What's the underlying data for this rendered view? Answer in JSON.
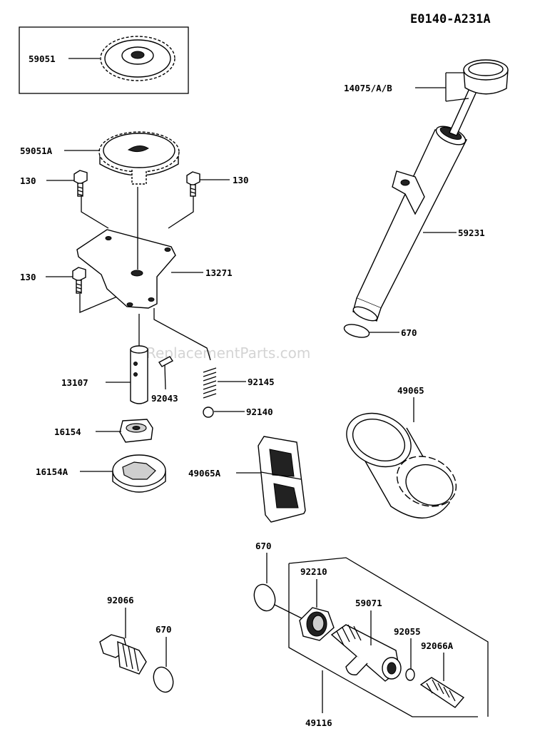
{
  "diagram_code": "E0140-A231A",
  "watermark": "ReplacementParts.com",
  "parts": {
    "p59051": "59051",
    "p59051A": "59051A",
    "p130_left_top": "130",
    "p130_right": "130",
    "p130_left_bottom": "130",
    "p13271": "13271",
    "p13107": "13107",
    "p92043": "92043",
    "p92145": "92145",
    "p92140": "92140",
    "p16154": "16154",
    "p16154A": "16154A",
    "p14075": "14075/A/B",
    "p59231": "59231",
    "p670_top": "670",
    "p49065": "49065",
    "p49065A": "49065A",
    "p670_mid": "670",
    "p92210": "92210",
    "p59071": "59071",
    "p92055": "92055",
    "p92066A": "92066A",
    "p49116": "49116",
    "p92066": "92066",
    "p670_bottom": "670"
  }
}
